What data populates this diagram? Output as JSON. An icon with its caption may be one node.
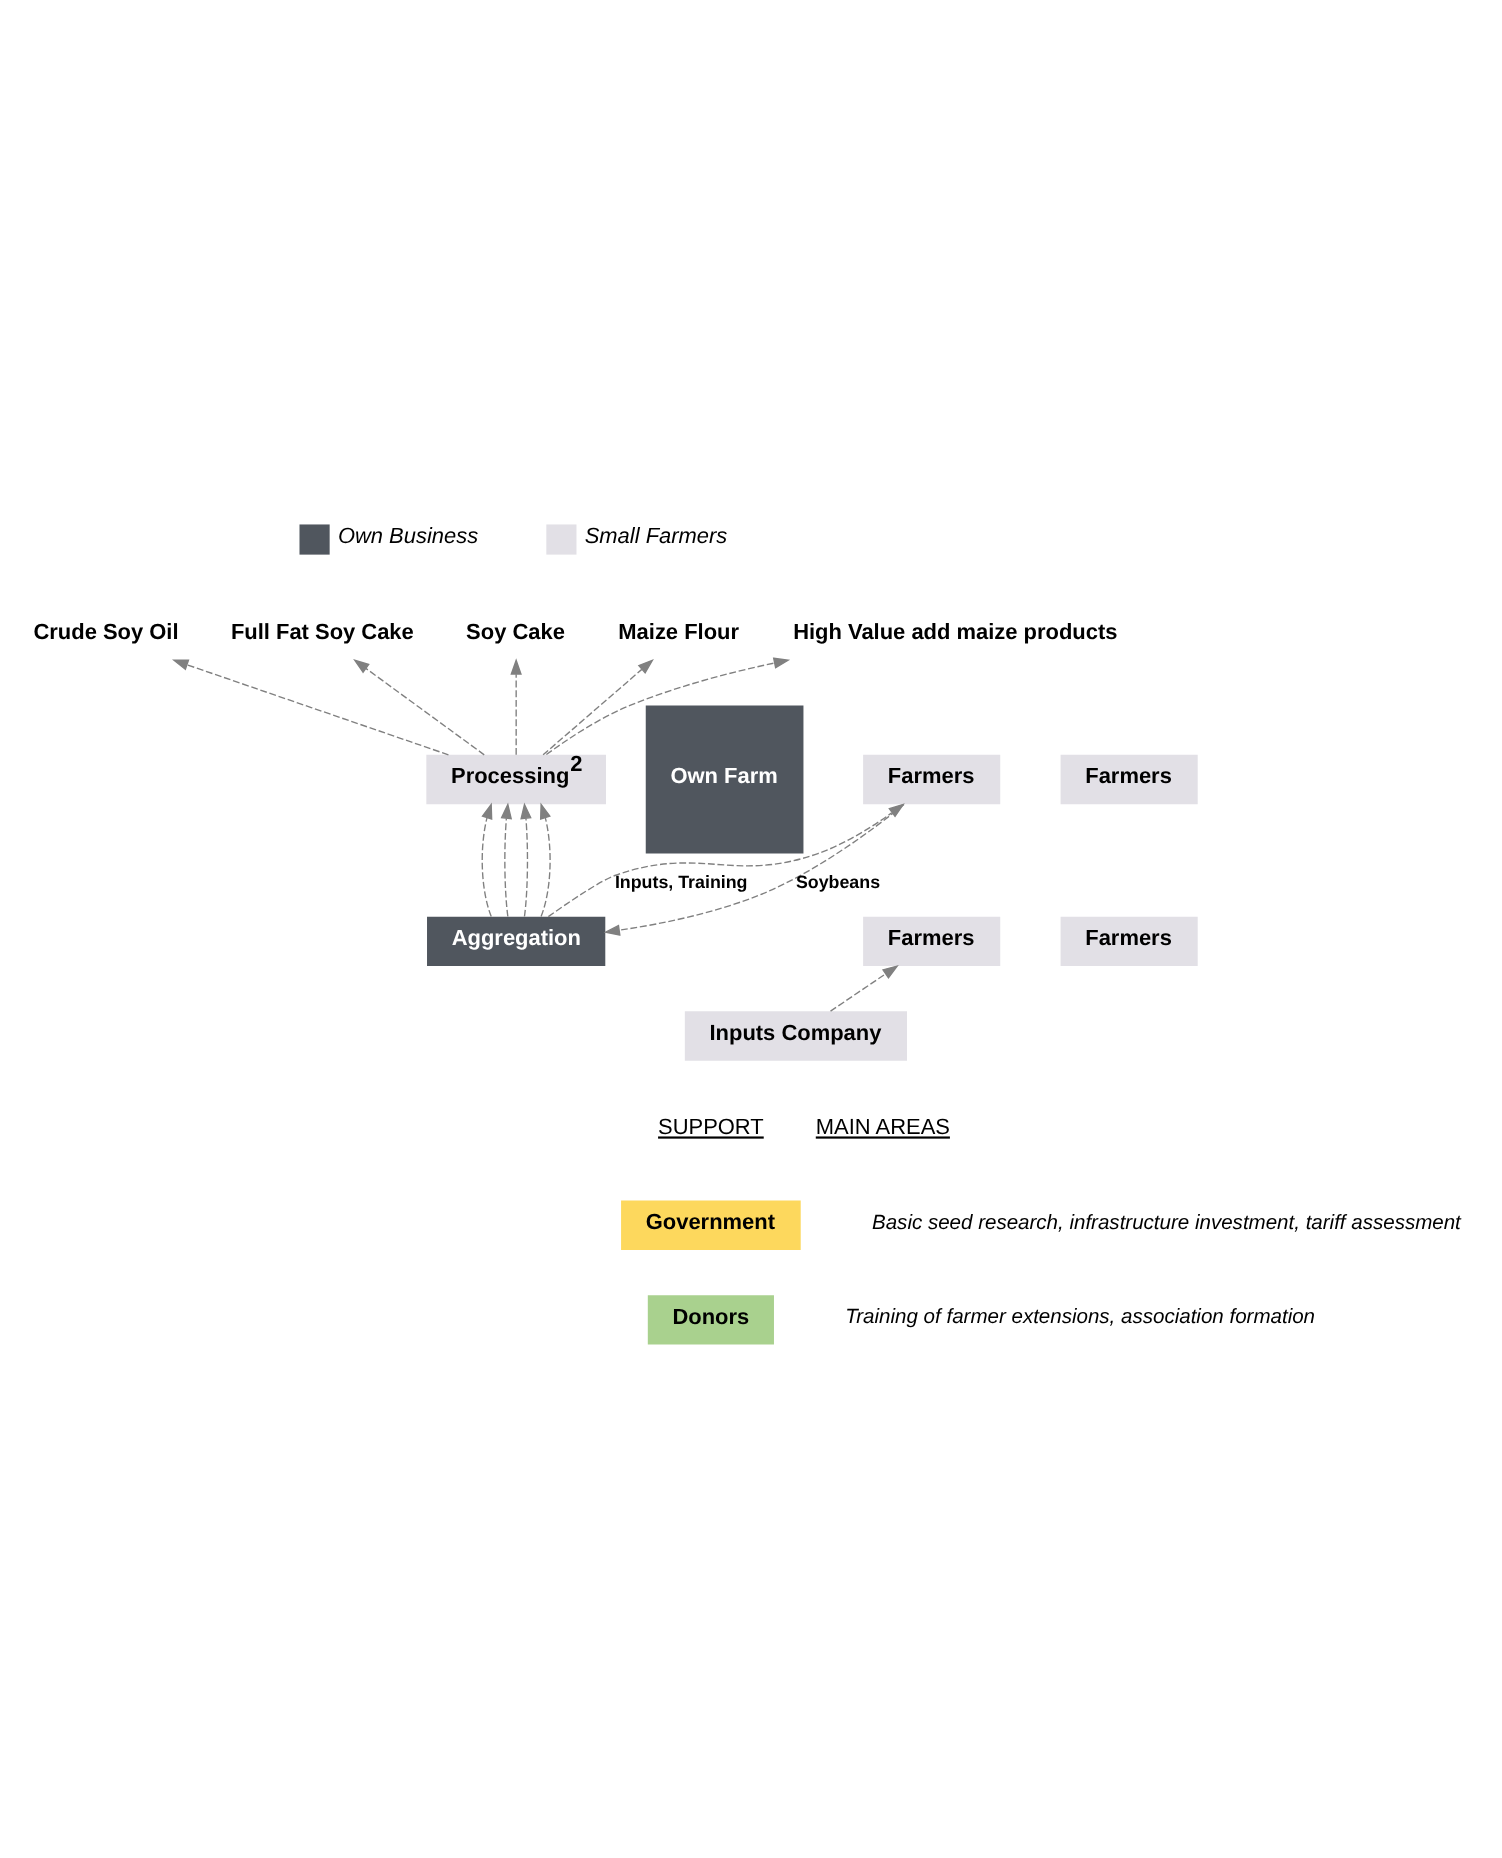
{
  "diagram": {
    "nodes": [
      {
        "text": [
          "Crude Soy Oil"
        ]
      },
      {
        "text": [
          "Full Fat Soy Cake"
        ]
      },
      {
        "text": [
          "Soy Cake"
        ]
      },
      {
        "text": [
          "Maize Flour"
        ]
      },
      {
        "text": [
          "High Value add maize products"
        ]
      },
      {
        "text": [
          "Processing$^{2}$"
        ]
      },
      {
        "text": [
          "Aggregation"
        ]
      },
      {
        "text": [
          "Own Farm"
        ]
      },
      {
        "text": [
          "Farmers"
        ]
      },
      {
        "text": [
          "Farmers"
        ]
      },
      {
        "text": [
          "Farmers"
        ]
      },
      {
        "text": [
          "Farmers"
        ]
      },
      {
        "text": [
          "Inputs Company"
        ]
      },
      {
        "text": [
          "Government"
        ],
        "beside": [
          "Basic seed research, infrastructure investment, tariff assessment"
        ]
      },
      {
        "text": [
          "Donors"
        ],
        "beside": [
          "Training of farmer extensions, association formation"
        ]
      }
    ],
    "edges": [
      {
        "from": 5,
        "to": 0,
        "arrow": "to",
        "style": "dashed"
      },
      {
        "from": 5,
        "to": 1,
        "arrow": "to",
        "style": "dashed"
      },
      {
        "from": 5,
        "to": 2,
        "arrow": "to",
        "style": "dashed"
      },
      {
        "from": 5,
        "to": 3,
        "arrow": "to",
        "style": "dashed"
      },
      {
        "from": 5,
        "to": 4,
        "arrow": "to",
        "style": "dashed"
      },
      {
        "from": 6,
        "to": 5,
        "arrow": "to",
        "style": "dashed"
      },
      {
        "from": 6,
        "to": 5,
        "arrow": "to",
        "style": "dashed"
      },
      {
        "from": 6,
        "to": 5,
        "arrow": "to",
        "style": "dashed"
      },
      {
        "from": 6,
        "to": 5,
        "arrow": "to",
        "style": "dashed"
      },
      {
        "from": 8,
        "to": 6,
        "label": "Soybeans",
        "arrow": "to",
        "style": "dashed"
      },
      {
        "from": 6,
        "to": 8,
        "label": "Inputs, Training",
        "arrow": "to",
        "style": "dashed"
      },
      {
        "from": 12,
        "to": 10,
        "arrow": "to",
        "style": "dashed"
      }
    ],
    "labels": [
      "SUPPORT",
      "MAIN AREAS"
    ],
    "legend": [
      {
        "text": "Own Business",
        "color": "#50565e"
      },
      {
        "text": "Small Farmers",
        "color": "#e2e0e6"
      }
    ]
  }
}
